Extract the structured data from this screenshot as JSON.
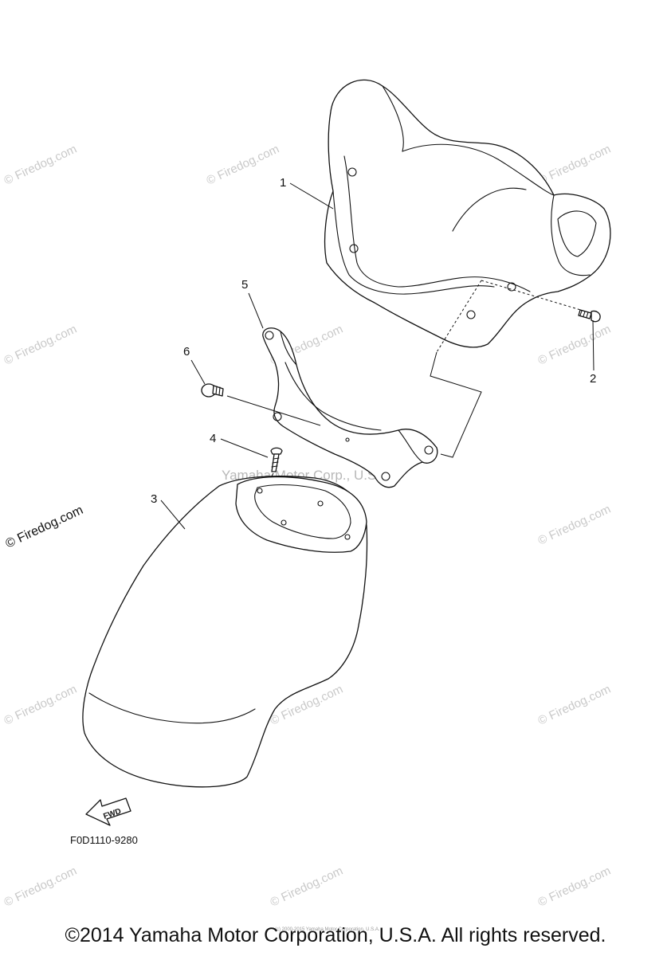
{
  "callouts": [
    "1",
    "2",
    "3",
    "4",
    "5",
    "6"
  ],
  "watermark": "© Firedog.com",
  "center_watermark": "Yamaha Motor Corp., U.S.A.",
  "fwd_label": "FWD",
  "diagram_code": "F0D1110-9280",
  "small_print": "(c) 2000-2015 Yamaha Motor Corporation, U.S.A.",
  "copyright": "©2014 Yamaha Motor Corporation, U.S.A. All rights reserved."
}
